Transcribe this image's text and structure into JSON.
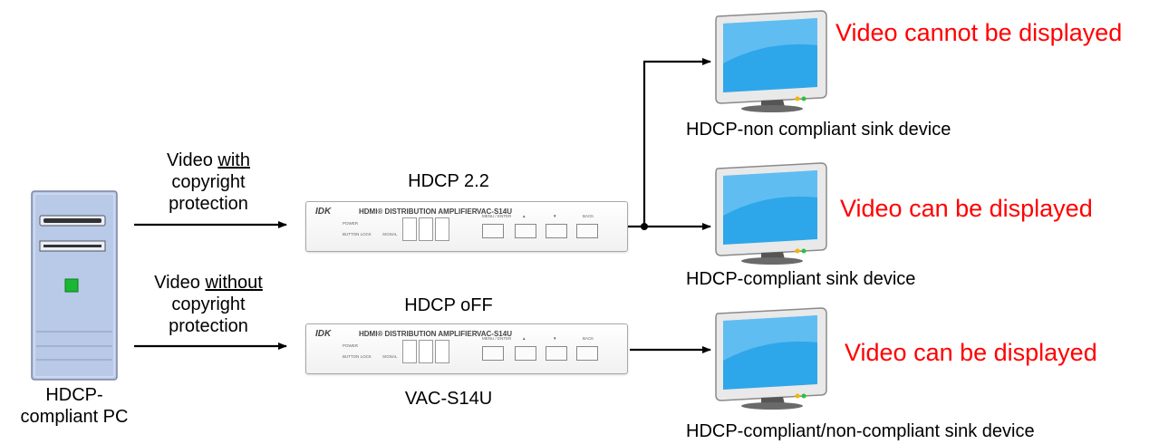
{
  "pc": {
    "label_line1": "HDCP-",
    "label_line2": "compliant PC"
  },
  "inputs": [
    {
      "line1_prefix": "Video ",
      "line1_underlined": "with",
      "line2": "copyright",
      "line3": "protection"
    },
    {
      "line1_prefix": "Video ",
      "line1_underlined": "without",
      "line2": "copyright",
      "line3": "protection"
    }
  ],
  "amplifiers": [
    {
      "mode_label": "HDCP 2.2"
    },
    {
      "mode_label": "HDCP oFF"
    }
  ],
  "amplifier_panel": {
    "brand": "IDK",
    "title": "HDMI® DISTRIBUTION AMPLIFIER",
    "model": "VAC-S14U",
    "indicators": [
      "POWER",
      "BUTTON LOCK",
      "SIGNAL"
    ],
    "keys": [
      "MENU / ENTER",
      "▲",
      "▼",
      "BACK"
    ]
  },
  "model_caption": "VAC-S14U",
  "outputs": [
    {
      "result": "Video cannot be displayed",
      "device": "HDCP-non compliant sink device"
    },
    {
      "result": "Video can be displayed",
      "device": "HDCP-compliant sink device"
    },
    {
      "result": "Video can be displayed",
      "device": "HDCP-compliant/non-compliant sink device"
    }
  ],
  "colors": {
    "result_text": "#ff0000",
    "monitor_screen": "#2ea6ea",
    "pc_body": "#b9c9e8",
    "pc_led": "#19b833"
  }
}
